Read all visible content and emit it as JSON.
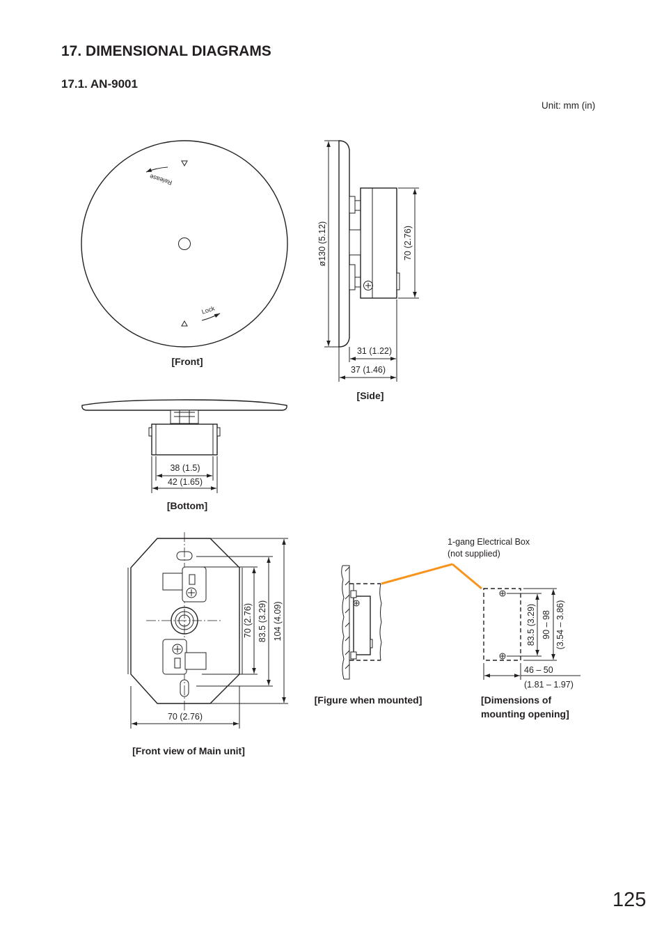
{
  "section_title": "17. DIMENSIONAL DIAGRAMS",
  "subsection_title": "17.1. AN-9001",
  "unit_note": "Unit: mm (in)",
  "page_number": "125",
  "leader_color": "#f7941d",
  "figures": {
    "front": {
      "caption": "[Front]",
      "release_label": "Release",
      "lock_label": "Lock"
    },
    "side": {
      "caption": "[Side]",
      "dim_diameter": "ø130 (5.12)",
      "dim_height": "70 (2.76)",
      "dim_depth_body": "31 (1.22)",
      "dim_depth_total": "37 (1.46)"
    },
    "bottom": {
      "caption": "[Bottom]",
      "dim_inner": "38 (1.5)",
      "dim_outer": "42 (1.65)"
    },
    "main_unit": {
      "caption": "[Front view of Main unit]",
      "dim_width": "70 (2.76)",
      "dim_h1": "70 (2.76)",
      "dim_h2": "83.5 (3.29)",
      "dim_h3": "104 (4.09)"
    },
    "mounted": {
      "caption": "[Figure when mounted]",
      "box_label_line1": "1-gang Electrical Box",
      "box_label_line2": "(not supplied)"
    },
    "opening": {
      "caption_line1": "[Dimensions of",
      "caption_line2": "mounting opening]",
      "dim_screw": "83.5 (3.29)",
      "dim_height_mm": "90 – 98",
      "dim_height_in": "(3.54 – 3.86)",
      "dim_width_mm": "46 – 50",
      "dim_width_in": "(1.81 – 1.97)"
    }
  }
}
